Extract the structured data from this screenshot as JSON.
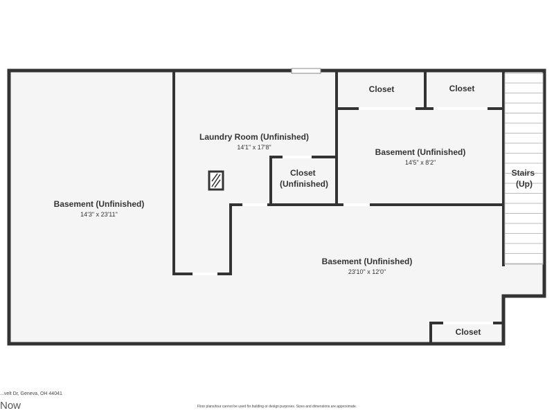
{
  "floor_plan": {
    "rooms": [
      {
        "id": "basement-west",
        "name": "Basement (Unfinished)",
        "dimensions": "14'3\" x 23'11\""
      },
      {
        "id": "laundry",
        "name": "Laundry Room (Unfinished)",
        "dimensions": "14'1\" x 17'8\""
      },
      {
        "id": "closet-top-1",
        "name": "Closet"
      },
      {
        "id": "closet-top-2",
        "name": "Closet"
      },
      {
        "id": "basement-northeast",
        "name": "Basement (Unfinished)",
        "dimensions": "14'5\" x 8'2\""
      },
      {
        "id": "closet-laundry",
        "name": "Closet (Unfinished)"
      },
      {
        "id": "stairs",
        "name": "Stairs (Up)"
      },
      {
        "id": "basement-south",
        "name": "Basement (Unfinished)",
        "dimensions": "23'10\" x 12'0\""
      },
      {
        "id": "closet-bottom",
        "name": "Closet"
      }
    ]
  },
  "colors": {
    "wall": "#333333",
    "floor": "#f5f5f5",
    "opening": "#ffffff"
  },
  "footer": {
    "address": "...velt Dr, Geneva, OH 44041",
    "brand": "Now",
    "disclaimer": "Floor plans/tour cannot be used for building or design purposes. Sizes and dimensions are approximate."
  }
}
